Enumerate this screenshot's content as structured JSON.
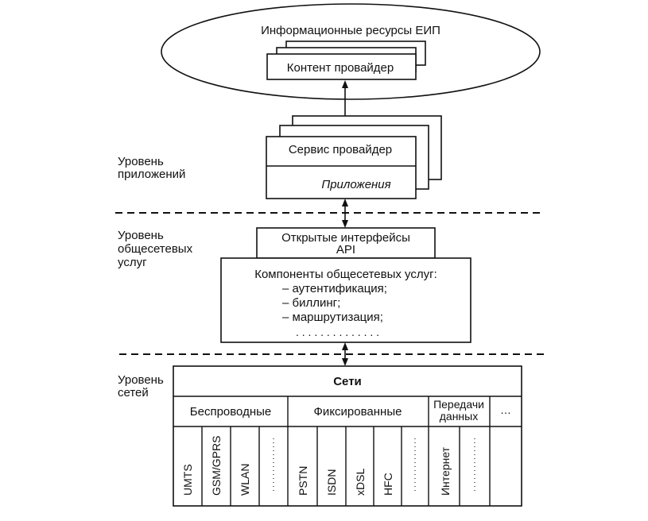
{
  "resources": {
    "title": "Информационные ресурсы ЕИП",
    "content_provider": "Контент провайдер"
  },
  "app_level": {
    "label_line1": "Уровень",
    "label_line2": "приложений",
    "service_provider": "Сервис провайдер",
    "applications": "Приложения"
  },
  "services_level": {
    "label_line1": "Уровень",
    "label_line2": "общесетевых",
    "label_line3": "услуг",
    "api_line1": "Открытые интерфейсы",
    "api_line2": "API",
    "components_title": "Компоненты общесетевых услуг:",
    "components": [
      "– аутентификация;",
      "– биллинг;",
      "– маршрутизация;"
    ],
    "ellipsis": ". . . . . . . . . . . . . ."
  },
  "networks_level": {
    "label_line1": "Уровень",
    "label_line2": "сетей",
    "title": "Сети",
    "groups": {
      "wireless": "Беспроводные",
      "fixed": "Фиксированные",
      "data_line1": "Передачи",
      "data_line2": "данных",
      "more": "…"
    },
    "columns": [
      "UMTS",
      "GSM/GPRS",
      "WLAN",
      "PSTN",
      "ISDN",
      "xDSL",
      "HFC",
      "Интернет"
    ]
  }
}
